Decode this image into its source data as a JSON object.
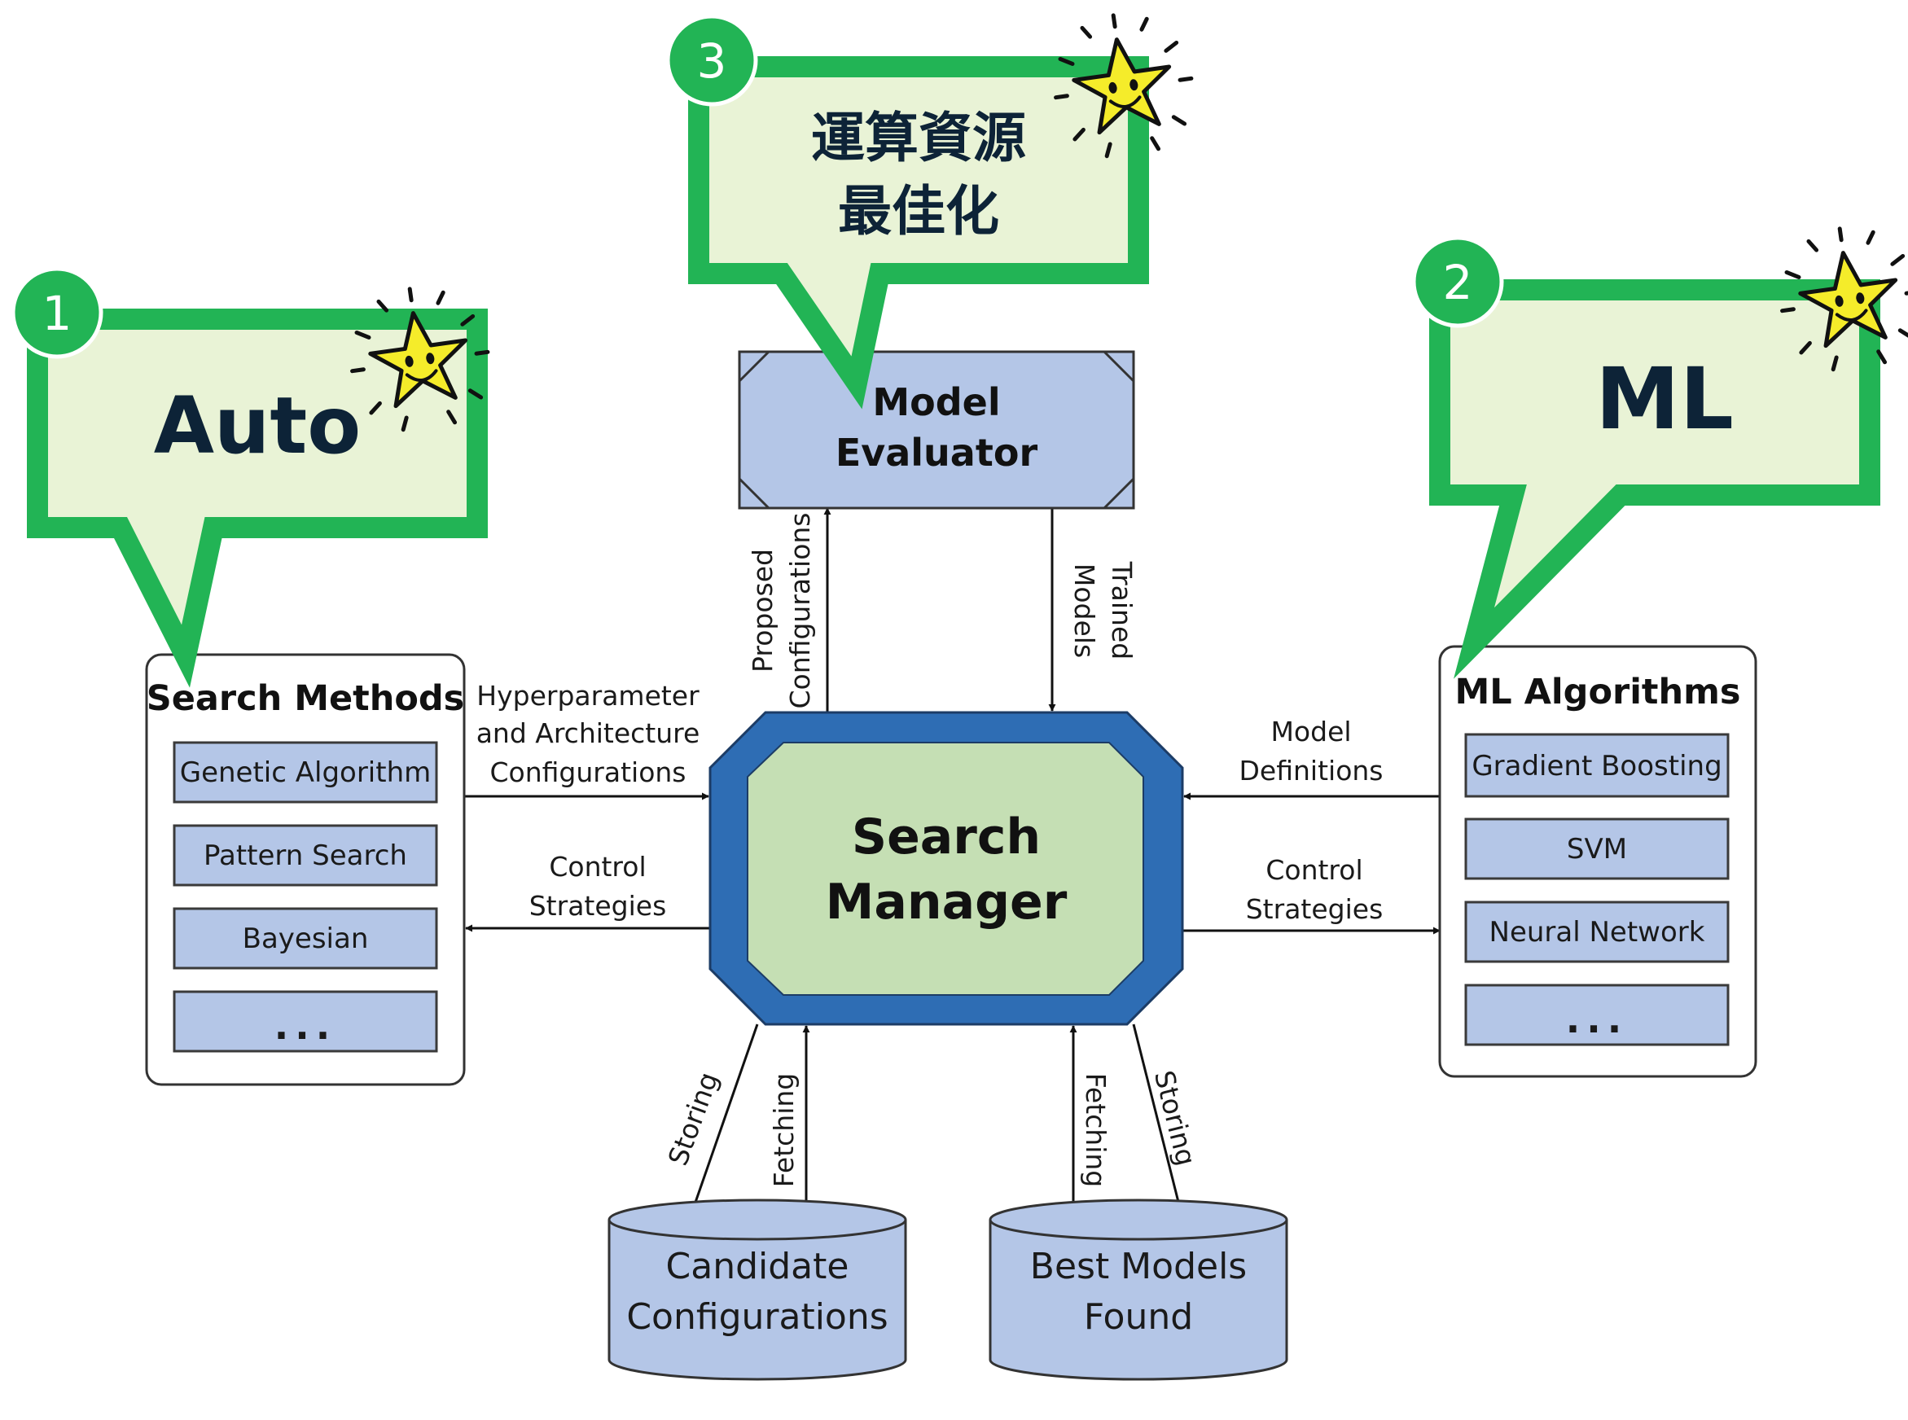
{
  "callouts": [
    {
      "number": "1",
      "text": "Auto"
    },
    {
      "number": "2",
      "text": "ML"
    },
    {
      "number": "3",
      "lines": [
        "運算資源",
        "最佳化"
      ]
    }
  ],
  "search_methods": {
    "title": "Search Methods",
    "items": [
      "Genetic Algorithm",
      "Pattern Search",
      "Bayesian",
      "..."
    ]
  },
  "ml_algorithms": {
    "title": "ML Algorithms",
    "items": [
      "Gradient Boosting",
      "SVM",
      "Neural Network",
      "..."
    ]
  },
  "model_evaluator": {
    "lines": [
      "Model",
      "Evaluator"
    ]
  },
  "search_manager": {
    "lines": [
      "Search",
      "Manager"
    ]
  },
  "candidate_configurations": {
    "lines": [
      "Candidate",
      "Configurations"
    ]
  },
  "best_models_found": {
    "lines": [
      "Best Models",
      "Found"
    ]
  },
  "flows": {
    "hyperparameter": [
      "Hyperparameter",
      "and Architecture",
      "Configurations"
    ],
    "control_left": [
      "Control",
      "Strategies"
    ],
    "model_definitions": [
      "Model",
      "Definitions"
    ],
    "control_right": [
      "Control",
      "Strategies"
    ],
    "proposed": [
      "Proposed",
      "Configurations"
    ],
    "trained": [
      "Trained",
      "Models"
    ],
    "storing_left": "Storing",
    "fetching_left": "Fetching",
    "fetching_right": "Fetching",
    "storing_right": "Storing"
  },
  "colors": {
    "callout_fill": "#e9f3d6",
    "callout_border": "#22b455",
    "badge": "#22b455",
    "box_fill": "#b4c6e7",
    "manager_outer": "#2e6db4",
    "manager_inner": "#c5dfb4",
    "star_fill": "#f5ec2a"
  }
}
